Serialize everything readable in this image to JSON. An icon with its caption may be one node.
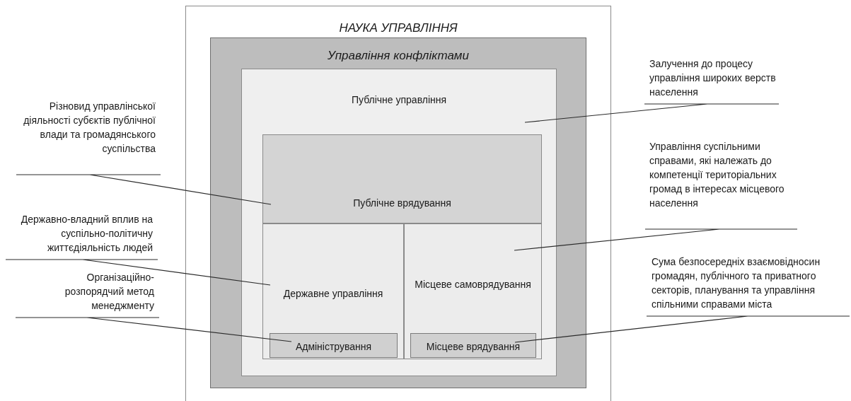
{
  "diagram": {
    "nodes": [
      {
        "text": [
          "НАУКА УПРАВЛІННЯ"
        ]
      },
      {
        "text": [
          "Управління конфліктами"
        ],
        "in": 0
      },
      {
        "text": [
          "Публічне управління"
        ],
        "in": 1
      },
      {
        "text": [
          "Публічне врядування"
        ],
        "in": 2
      },
      {
        "text": [
          "Державне управління"
        ],
        "in": 2
      },
      {
        "text": [
          "Місцеве самоврядування"
        ],
        "in": 2
      },
      {
        "text": [
          "Адміністрування"
        ],
        "in": 4
      },
      {
        "text": [
          "Місцеве врядування"
        ],
        "in": 5
      },
      {
        "text": [
          "Різновид управлінської діяльності субєктів публічної влади та громадянського суспільства"
        ]
      },
      {
        "text": [
          "Державно-владний вплив на суспільно-політичну життєдіяльність людей"
        ]
      },
      {
        "text": [
          "Організаційно-розпорядчий метод менеджменту"
        ]
      },
      {
        "text": [
          "Залучення до процесу управління широких верств населення"
        ]
      },
      {
        "text": [
          "Управління суспільними справами, які належать до компетенції територіальних громад в інтересах місцевого населення"
        ]
      },
      {
        "text": [
          "Сума безпосередніх взаємовідносин громадян, публічного та приватного секторів, планування та управління спільними справами міста"
        ]
      }
    ],
    "edges": [
      {
        "from": 8,
        "to": 3,
        "arrow": "none"
      },
      {
        "from": 9,
        "to": 4,
        "arrow": "none"
      },
      {
        "from": 10,
        "to": 6,
        "arrow": "none"
      },
      {
        "from": 11,
        "to": 2,
        "arrow": "none"
      },
      {
        "from": 12,
        "to": 5,
        "arrow": "none"
      },
      {
        "from": 13,
        "to": 7,
        "arrow": "none"
      }
    ]
  }
}
